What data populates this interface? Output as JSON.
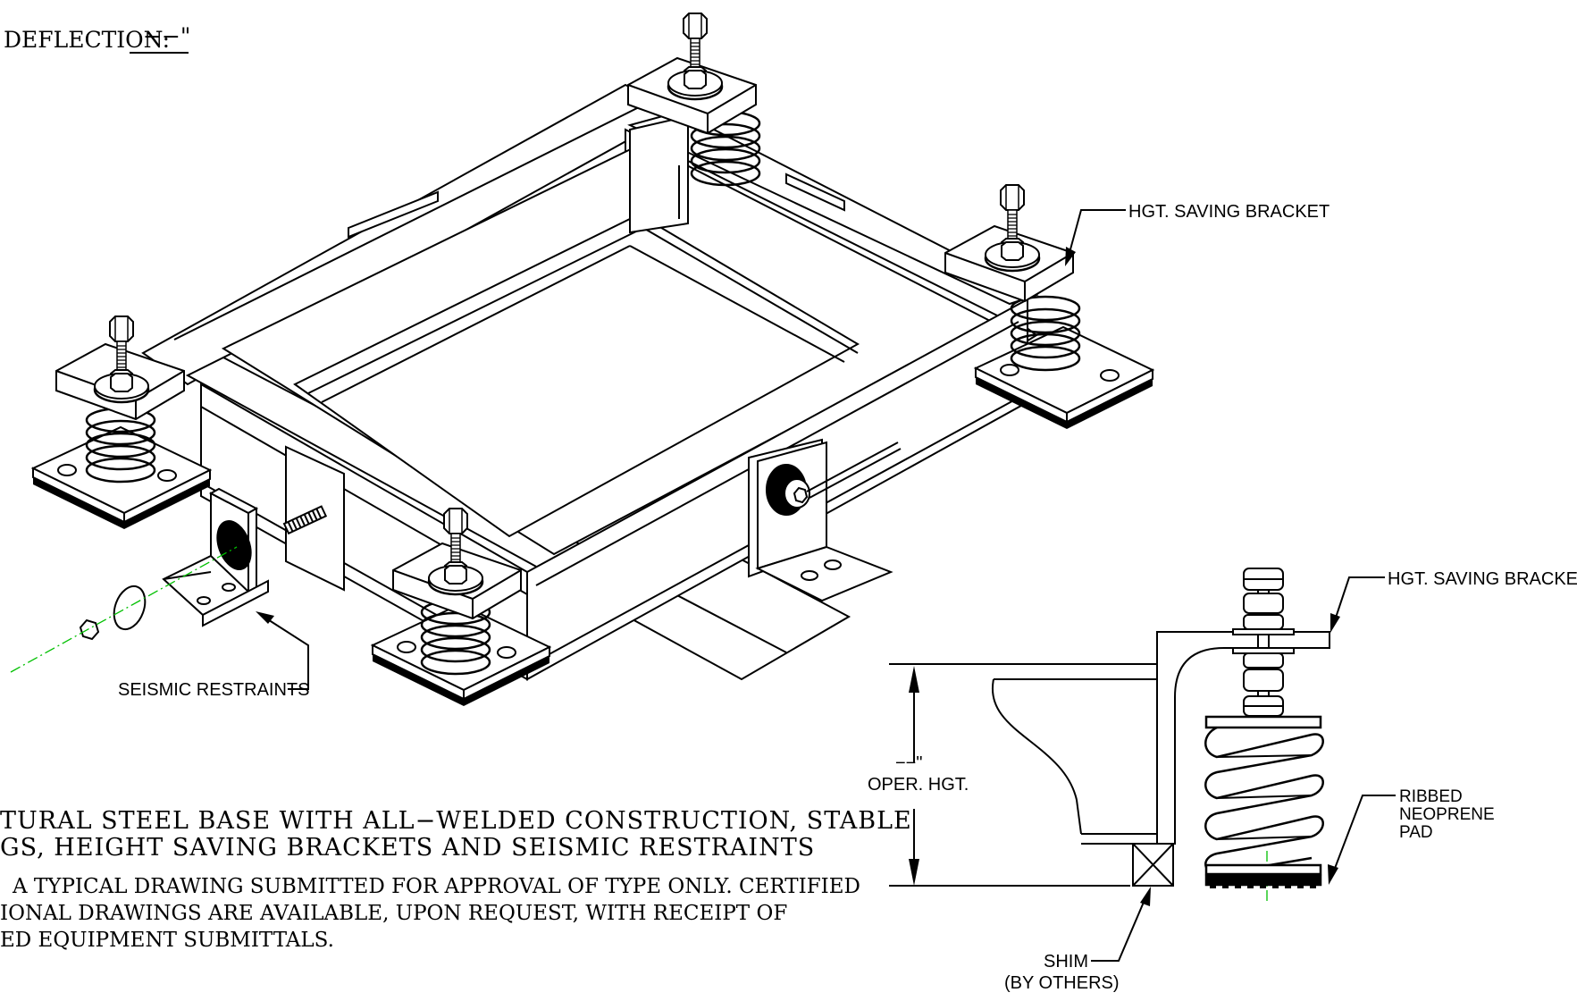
{
  "deflection": {
    "label": "DEFLECTION:",
    "value": "−−\""
  },
  "callouts": {
    "hgt_saving_bracket_main": "HGT. SAVING BRACKET",
    "seismic_restraints": "SEISMIC RESTRAINTS",
    "hgt_saving_bracket_detail": "HGT. SAVING BRACKET",
    "ribbed_pad_line1": "RIBBED",
    "ribbed_pad_line2": "NEOPRENE",
    "ribbed_pad_line3": "PAD",
    "shim_line1": "SHIM",
    "shim_line2": "(BY OTHERS)",
    "oper_hgt_value": "−−\"",
    "oper_hgt_label": "OPER. HGT."
  },
  "description": {
    "line1": "TURAL STEEL BASE WITH ALL−WELDED CONSTRUCTION, STABLE",
    "line2": "GS, HEIGHT SAVING BRACKETS AND SEISMIC RESTRAINTS"
  },
  "note": {
    "line1": "A TYPICAL DRAWING SUBMITTED FOR APPROVAL OF TYPE ONLY. CERTIFIED",
    "line2": "IONAL DRAWINGS ARE AVAILABLE, UPON REQUEST, WITH RECEIPT OF",
    "line3": "ED EQUIPMENT SUBMITTALS."
  },
  "colors": {
    "ink": "#000000",
    "centerline": "#00c000",
    "paper": "#ffffff"
  }
}
